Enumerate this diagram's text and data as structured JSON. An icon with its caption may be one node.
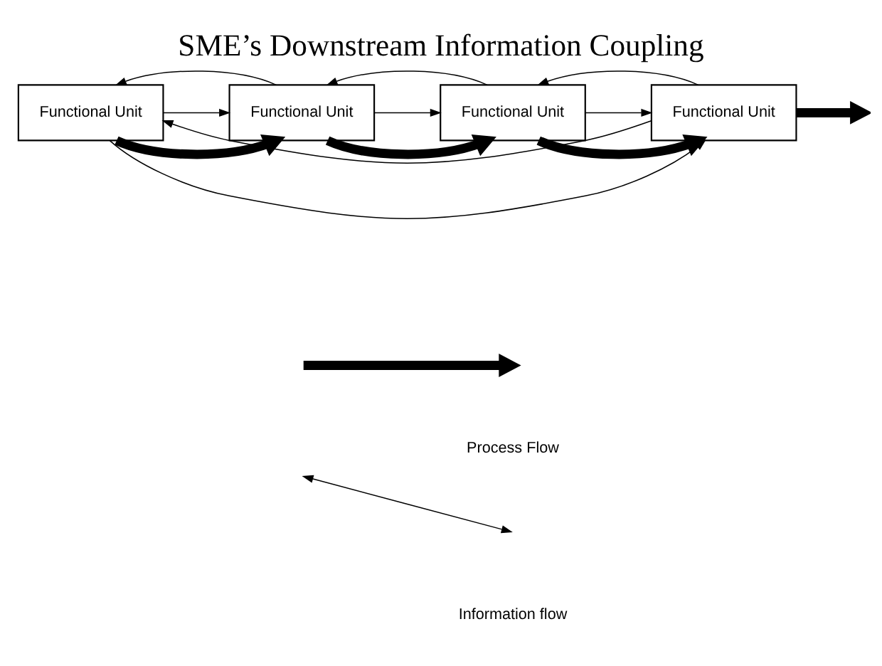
{
  "diagram": {
    "title": "SME’s Downstream Information Coupling",
    "nodes": [
      {
        "text": [
          "Functional Unit"
        ]
      },
      {
        "text": [
          "Functional Unit"
        ]
      },
      {
        "text": [
          "Functional Unit"
        ]
      },
      {
        "text": [
          "Functional Unit"
        ]
      }
    ],
    "edges": [
      {
        "from": 0,
        "to": 1,
        "arrow": "to",
        "style": "thick"
      },
      {
        "from": 1,
        "to": 2,
        "arrow": "to",
        "style": "thick"
      },
      {
        "from": 2,
        "to": 3,
        "arrow": "to",
        "style": "thick"
      },
      {
        "from": 3,
        "to": null,
        "arrow": "to",
        "style": "thick"
      },
      {
        "from": 0,
        "to": 3,
        "arrow": "to"
      },
      {
        "from": 3,
        "to": 0,
        "arrow": "to"
      },
      {
        "from": 0,
        "to": 1,
        "arrow": "to"
      },
      {
        "from": 1,
        "to": 0,
        "arrow": "to"
      },
      {
        "from": 1,
        "to": 2,
        "arrow": "to"
      },
      {
        "from": 2,
        "to": 1,
        "arrow": "to"
      },
      {
        "from": 2,
        "to": 3,
        "arrow": "to"
      },
      {
        "from": 3,
        "to": 2,
        "arrow": "to"
      }
    ],
    "legend": [
      {
        "text": "Process Flow"
      },
      {
        "text": "Information flow"
      }
    ]
  }
}
